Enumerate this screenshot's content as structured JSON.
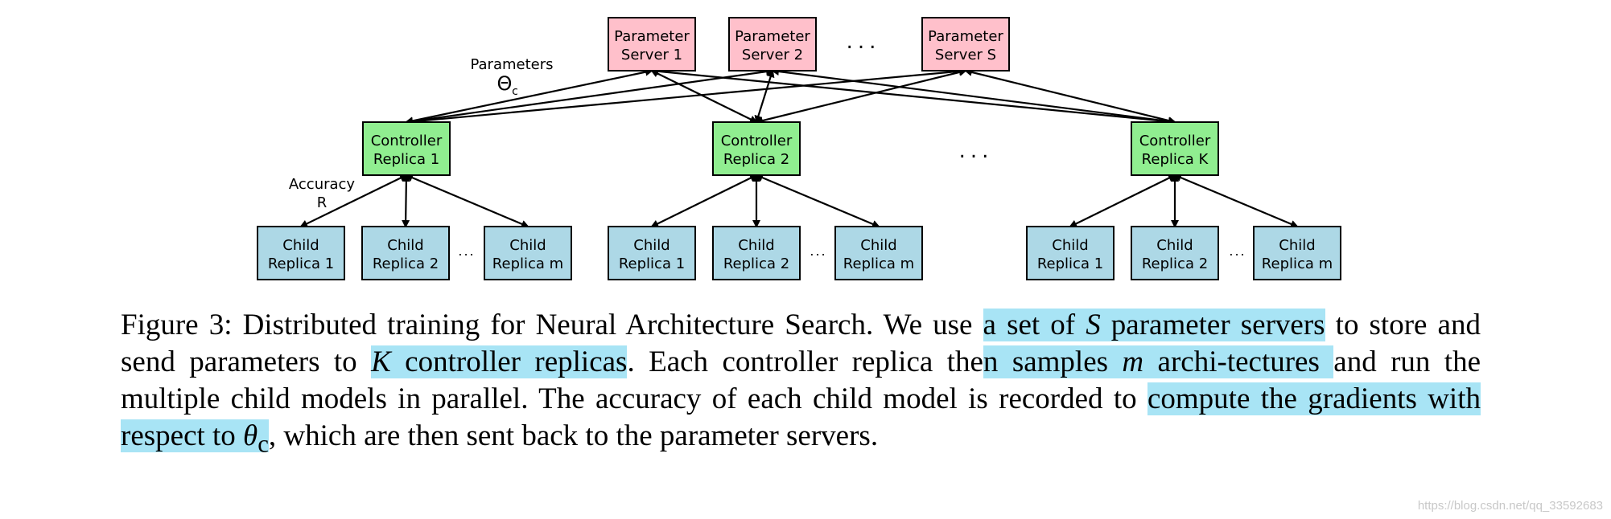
{
  "diagram": {
    "param_servers": [
      {
        "line1": "Parameter",
        "line2": "Server 1"
      },
      {
        "line1": "Parameter",
        "line2": "Server 2"
      },
      {
        "line1": "Parameter",
        "line2": "Server S"
      }
    ],
    "controllers": [
      {
        "line1": "Controller",
        "line2": "Replica 1"
      },
      {
        "line1": "Controller",
        "line2": "Replica 2"
      },
      {
        "line1": "Controller",
        "line2": "Replica K"
      }
    ],
    "child_groups": [
      [
        {
          "line1": "Child",
          "line2": "Replica 1"
        },
        {
          "line1": "Child",
          "line2": "Replica 2"
        },
        {
          "line1": "Child",
          "line2": "Replica m"
        }
      ],
      [
        {
          "line1": "Child",
          "line2": "Replica 1"
        },
        {
          "line1": "Child",
          "line2": "Replica 2"
        },
        {
          "line1": "Child",
          "line2": "Replica m"
        }
      ],
      [
        {
          "line1": "Child",
          "line2": "Replica 1"
        },
        {
          "line1": "Child",
          "line2": "Replica 2"
        },
        {
          "line1": "Child",
          "line2": "Replica m"
        }
      ]
    ],
    "parameters_label": "Parameters",
    "theta_label": "Θ",
    "theta_sub": "c",
    "accuracy_label": "Accuracy",
    "accuracy_sub": "R",
    "ellipsis": "...",
    "small_ellipsis": "...",
    "colors": {
      "param_server": "#ffc0cb",
      "controller": "#90ee90",
      "child": "#add8e6",
      "highlight": "#a8e4f5"
    }
  },
  "caption": {
    "p1": "Figure 3: Distributed training for Neural Architecture Search. We use ",
    "h1a": "a set of ",
    "h1S": "S",
    "h1b": " parameter servers",
    "p2": " to store and send parameters to ",
    "h2K": "K",
    "h2b": " controller replicas",
    "p3": ". Each controller replica the",
    "h3a": "n samples ",
    "h3m": "m",
    "h3b": " archi-tectures ",
    "p4": "and run the multiple child models in parallel. The accuracy of each child model is recorded to ",
    "h4a": "compute the gradients with respect to ",
    "h4theta": "θ",
    "h4sub": "c",
    "p5": ", which are then sent back to the parameter servers."
  },
  "watermark": "https://blog.csdn.net/qq_33592683"
}
